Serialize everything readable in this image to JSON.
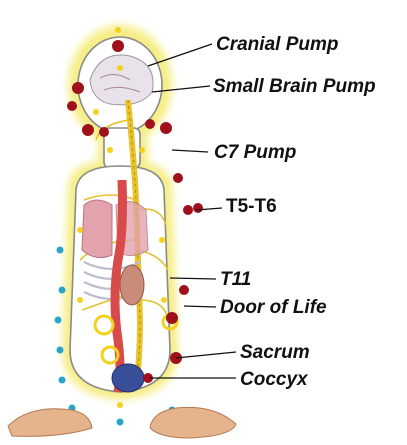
{
  "labels": {
    "cranial_pump": "Cranial Pump",
    "small_brain_pump": "Small Brain Pump",
    "c7_pump": "C7 Pump",
    "t5_t6": "T5-T6",
    "t11": "T11",
    "door_of_life": "Door of Life",
    "sacrum": "Sacrum",
    "coccyx": "Coccyx"
  },
  "colors": {
    "glow": "#f4ec7a",
    "outline": "#8a8a8a",
    "dot_red": "#a0101c",
    "dot_yellow": "#f2d21a",
    "dot_cyan": "#2aa4c8",
    "artery": "#d94a4a",
    "organ_pink": "#e2a3ad",
    "foot": "#e6b48c"
  }
}
